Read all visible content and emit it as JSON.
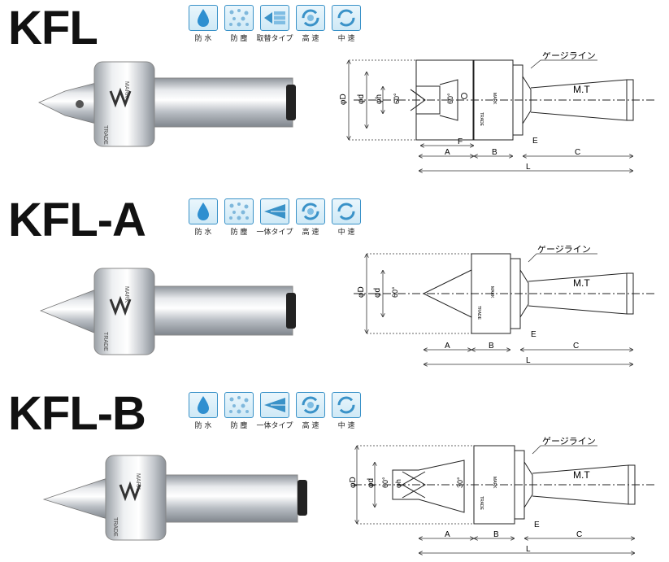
{
  "products": [
    {
      "model": "KFL",
      "features": [
        {
          "icon": "water-drop-icon",
          "label": "防 水"
        },
        {
          "icon": "dust-icon",
          "label": "防 塵"
        },
        {
          "icon": "replaceable-tip-icon",
          "label": "取替タイプ"
        },
        {
          "icon": "rotation-icon",
          "label": "高 速"
        },
        {
          "icon": "rotation-icon",
          "label": "中 速"
        }
      ],
      "product_marking": {
        "trade": "TRADE",
        "mark": "MARK"
      },
      "drawing": {
        "gauge_line": "ゲージライン",
        "taper": "M.T",
        "dims": {
          "D": "φD",
          "d": "φd",
          "h": "φh",
          "angle": "60°",
          "angle2": "60°",
          "A": "A",
          "B": "B",
          "C": "C",
          "E": "E",
          "F": "F",
          "L": "L"
        },
        "marking": {
          "trade": "TRADE",
          "mark": "MARK"
        }
      }
    },
    {
      "model": "KFL-A",
      "features": [
        {
          "icon": "water-drop-icon",
          "label": "防 水"
        },
        {
          "icon": "dust-icon",
          "label": "防 塵"
        },
        {
          "icon": "integral-tip-icon",
          "label": "一体タイプ"
        },
        {
          "icon": "rotation-icon",
          "label": "高 速"
        },
        {
          "icon": "rotation-icon",
          "label": "中 速"
        }
      ],
      "product_marking": {
        "trade": "TRADE",
        "mark": "MARK"
      },
      "drawing": {
        "gauge_line": "ゲージライン",
        "taper": "M.T",
        "dims": {
          "D": "φD",
          "d": "φd",
          "angle": "60°",
          "A": "A",
          "B": "B",
          "C": "C",
          "E": "E",
          "L": "L"
        },
        "marking": {
          "trade": "TRADE",
          "mark": "MARK"
        }
      }
    },
    {
      "model": "KFL-B",
      "features": [
        {
          "icon": "water-drop-icon",
          "label": "防 水"
        },
        {
          "icon": "dust-icon",
          "label": "防 塵"
        },
        {
          "icon": "integral-tip-icon",
          "label": "一体タイプ"
        },
        {
          "icon": "rotation-icon",
          "label": "高 速"
        },
        {
          "icon": "rotation-icon",
          "label": "中 速"
        }
      ],
      "product_marking": {
        "trade": "TRADE",
        "mark": "MARK"
      },
      "drawing": {
        "gauge_line": "ゲージライン",
        "taper": "M.T",
        "dims": {
          "D": "φD",
          "d": "φd",
          "h": "φh",
          "angle": "60°",
          "angle2": "30°",
          "A": "A",
          "B": "B",
          "C": "C",
          "E": "E",
          "L": "L"
        },
        "marking": {
          "trade": "TRADE",
          "mark": "MARK"
        }
      }
    }
  ],
  "colors": {
    "icon_border": "#3a92c8",
    "icon_fill": "#cfe9f6",
    "steel_light": "#e9ebee",
    "steel_dark": "#8f959c"
  }
}
